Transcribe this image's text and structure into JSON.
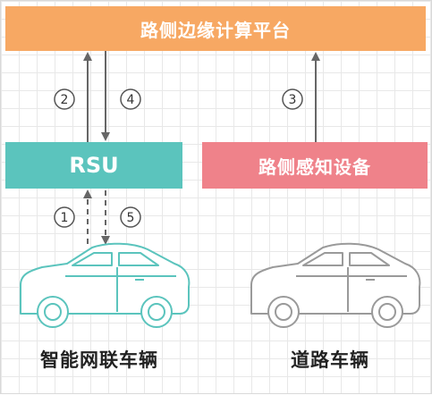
{
  "colors": {
    "platform_bg": "#F7A863",
    "rsu_bg": "#5BC4BD",
    "sensor_bg": "#EF828A",
    "arrow": "#666666",
    "smart_car_stroke": "#5BC4BD",
    "road_car_stroke": "#9A9A9A"
  },
  "platform": {
    "label": "路侧边缘计算平台"
  },
  "rsu": {
    "label": "RSU"
  },
  "sensor": {
    "label": "路侧感知设备"
  },
  "steps": [
    "2",
    "4",
    "3",
    "1",
    "5"
  ],
  "vehicles": {
    "smart": {
      "label": "智能网联车辆",
      "icon": "car-outline-icon"
    },
    "road": {
      "label": "道路车辆",
      "icon": "car-outline-icon"
    }
  }
}
